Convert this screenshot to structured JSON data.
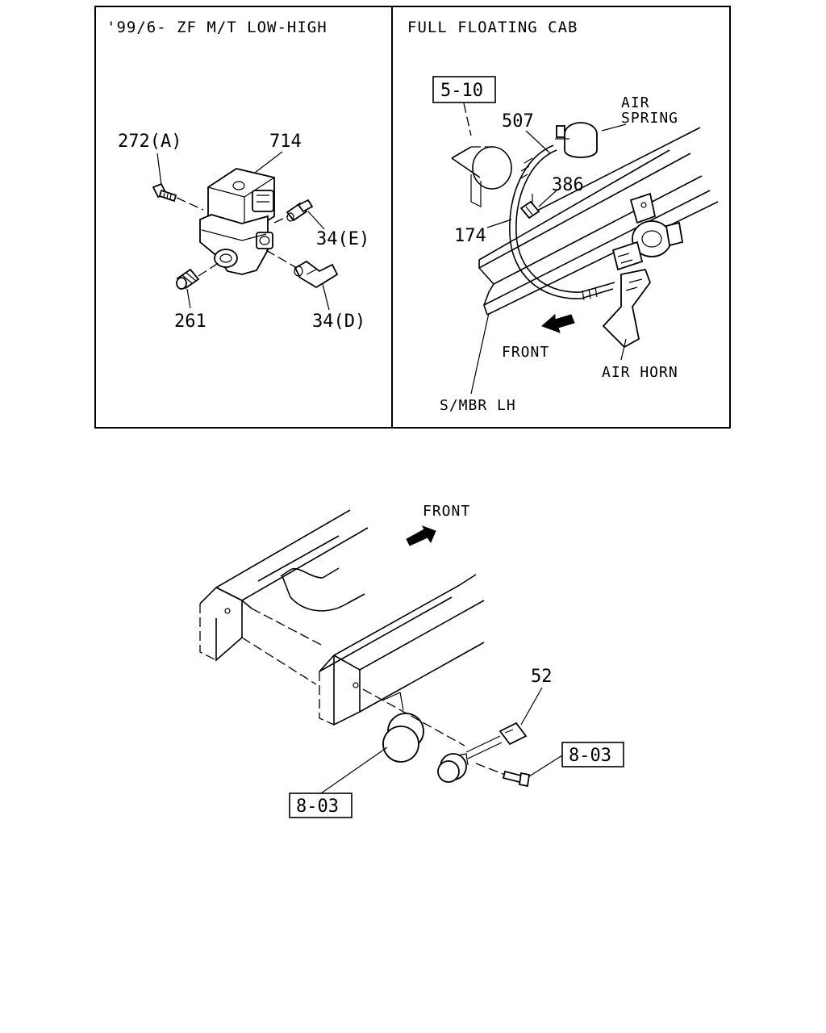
{
  "left_panel": {
    "header": "'99/6- ZF M/T LOW-HIGH",
    "parts": {
      "bolt": "272(A)",
      "valve": "714",
      "fitting_e": "34(E)",
      "plug": "261",
      "elbow_d": "34(D)"
    }
  },
  "right_panel": {
    "header": "FULL FLOATING CAB",
    "ref_box": "5-10",
    "parts": {
      "hose": "507",
      "clip": "386",
      "line": "174"
    },
    "labels": {
      "air_spring_1": "AIR",
      "air_spring_2": "SPRING",
      "front": "FRONT",
      "air_horn": "AIR HORN",
      "side_member": "S/MBR LH"
    }
  },
  "lower_view": {
    "front": "FRONT",
    "parts": {
      "connector": "52"
    },
    "ref_box_lamp": "8-03",
    "ref_box_bolt": "8-03"
  }
}
